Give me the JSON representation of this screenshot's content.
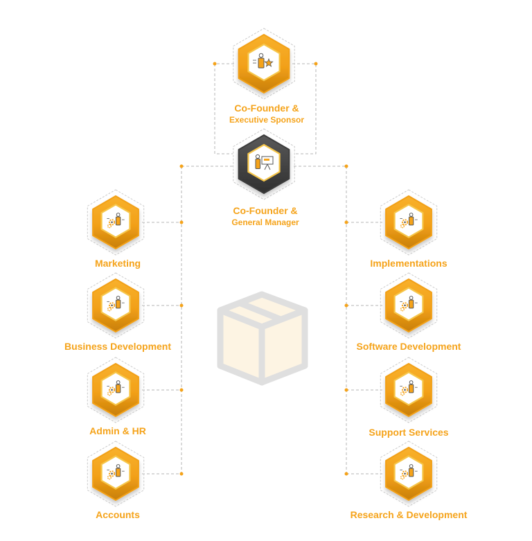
{
  "colors": {
    "accent": "#f5a31a",
    "accent_dark": "#c77e06",
    "gm_hex": "#4a4a4a",
    "connector": "#b5b5b5",
    "dot": "#f5a31a",
    "watermark": "#d9d9d9",
    "watermark_fill": "#fdf3e1"
  },
  "nodes": {
    "executive_sponsor": {
      "line1": "Co-Founder &",
      "line2": "Executive Sponsor",
      "icon": "person-star-icon"
    },
    "general_manager": {
      "line1": "Co-Founder &",
      "line2": "General Manager",
      "icon": "presentation-board-icon"
    },
    "marketing": {
      "label": "Marketing",
      "icon": "person-gears-icon"
    },
    "business_development": {
      "label": "Business Development",
      "icon": "person-gears-icon"
    },
    "admin_hr": {
      "label": "Admin & HR",
      "icon": "person-gears-icon"
    },
    "accounts": {
      "label": "Accounts",
      "icon": "person-gears-icon"
    },
    "implementations": {
      "label": "Implementations",
      "icon": "person-gears-icon"
    },
    "software_development": {
      "label": "Software Development",
      "icon": "person-gears-icon"
    },
    "support_services": {
      "label": "Support Services",
      "icon": "person-gears-icon"
    },
    "research_development": {
      "label": "Research & Development",
      "icon": "person-gears-icon"
    }
  },
  "watermark_icon": "box-icon"
}
